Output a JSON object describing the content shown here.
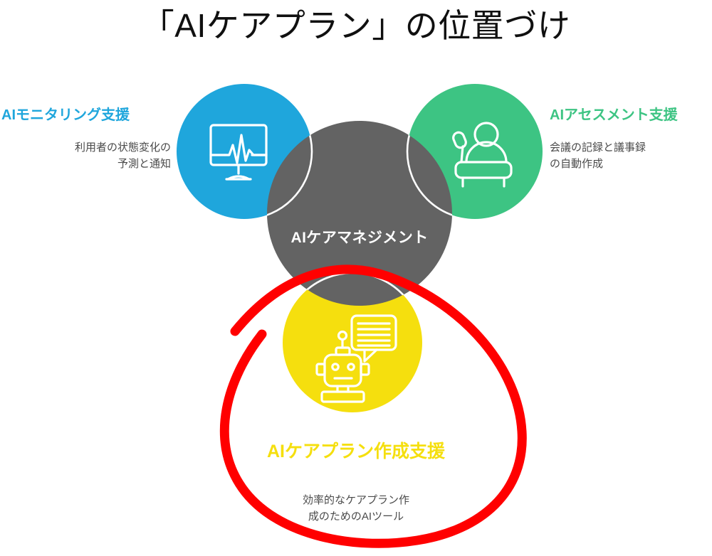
{
  "title": "「AIケアプラン」の位置づけ",
  "center": {
    "label": "AIケアマネジメント",
    "color": "#636363",
    "text_color": "#ffffff"
  },
  "nodes": [
    {
      "id": "monitoring",
      "heading": "AIモニタリング支援",
      "description": "利用者の状態変化の\n予測と通知",
      "color": "#1FA6DC",
      "icon": "monitor-heartbeat-icon",
      "position": "left"
    },
    {
      "id": "assessment",
      "heading": "AIアセスメント支援",
      "description": "会議の記録と議事録\nの自動作成",
      "color": "#3DC483",
      "icon": "presenter-podium-icon",
      "position": "right"
    },
    {
      "id": "careplan",
      "heading": "AIケアプラン作成支援",
      "description": "効率的なケアプラン作\n成のためのAIツール",
      "color": "#F5DF0E",
      "icon": "robot-chat-icon",
      "position": "bottom"
    }
  ],
  "annotation": {
    "name": "red-highlight-circle",
    "color": "#FF0000",
    "target": "careplan",
    "stroke_width": 13
  },
  "background": "#ffffff",
  "watermark": ""
}
